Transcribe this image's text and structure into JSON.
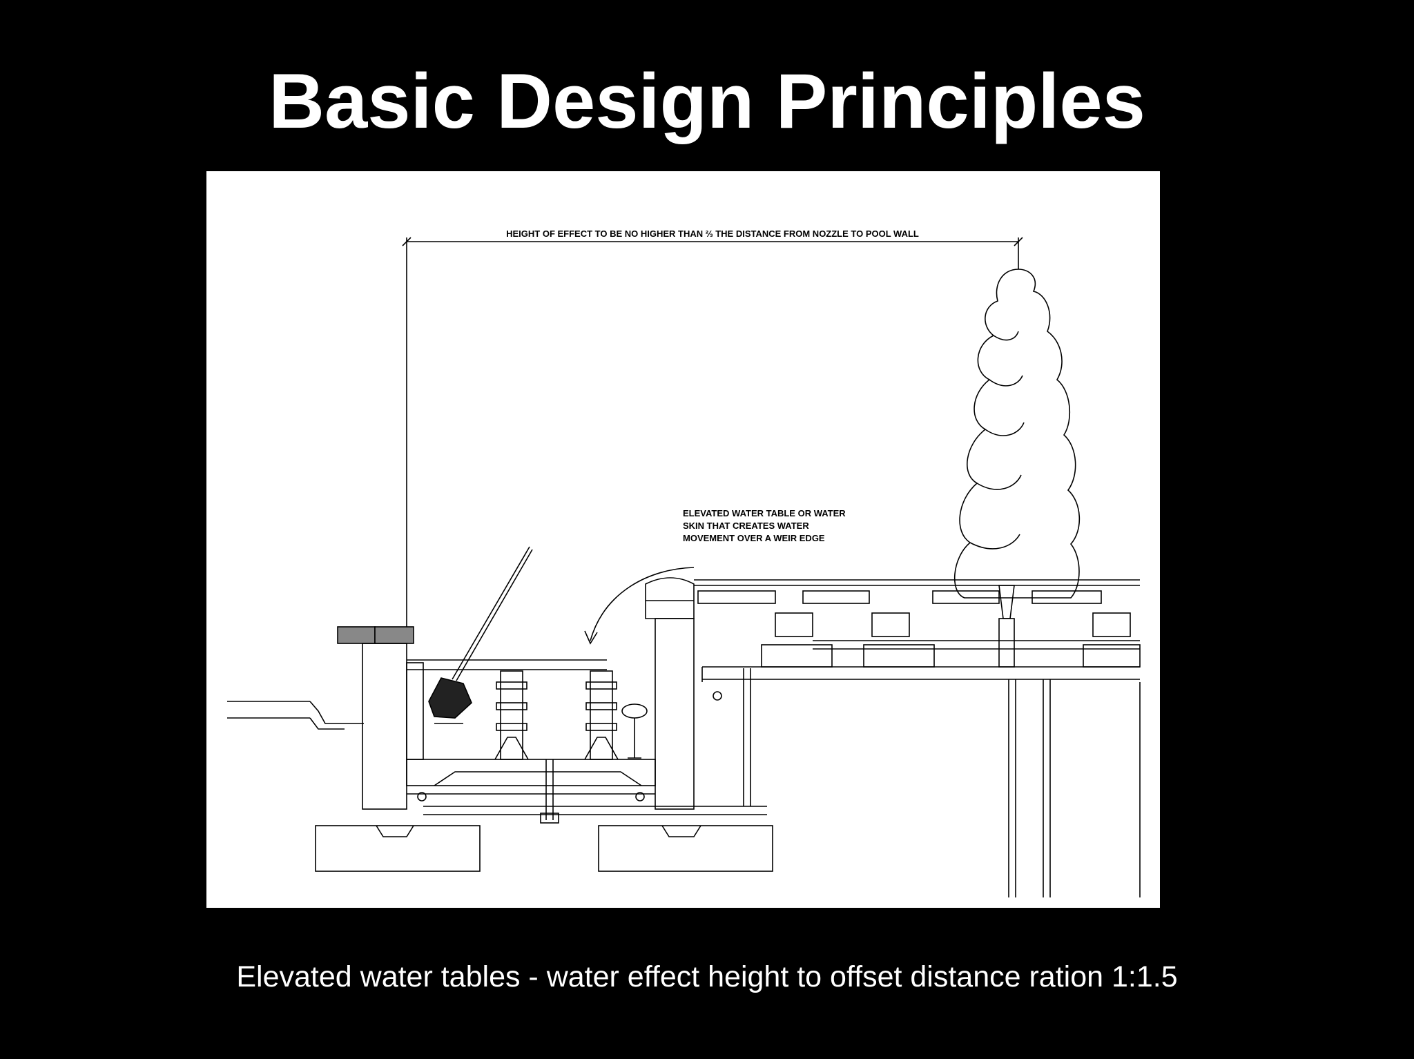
{
  "slide": {
    "title": "Basic Design Principles",
    "caption": "Elevated water tables -  water effect height to offset distance ration 1:1.5"
  },
  "drawing": {
    "dimension_label": "HEIGHT OF EFFECT TO BE NO HIGHER THAN ⅔ THE DISTANCE FROM NOZZLE TO POOL WALL",
    "callout_lines": [
      "ELEVATED WATER TABLE OR WATER",
      "SKIN THAT CREATES  WATER",
      "MOVEMENT OVER A WEIR EDGE"
    ]
  },
  "colors": {
    "background": "#000000",
    "panel": "#ffffff",
    "ink": "#000000",
    "text": "#ffffff"
  }
}
